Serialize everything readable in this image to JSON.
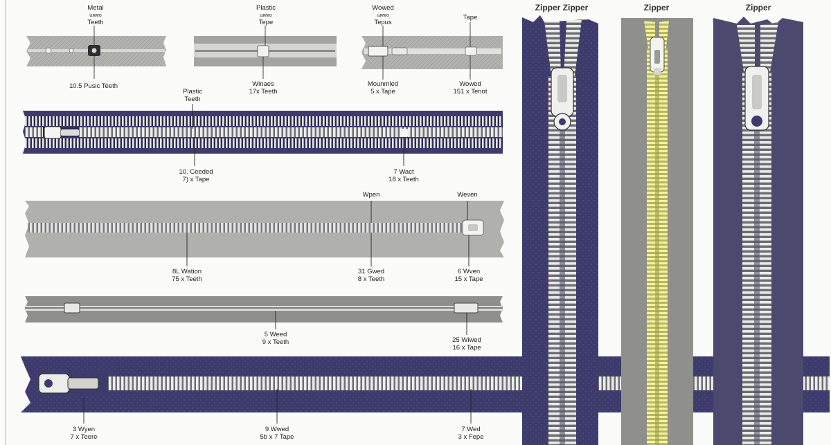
{
  "colors": {
    "navy": "#3d3b6b",
    "navy_dark": "#2c2a55",
    "gray": "#8d8d8a",
    "gray_light": "#b2b2ae",
    "silver": "#e8e8e4",
    "yellow": "#d9d873",
    "background": "#fbfbfa"
  },
  "small_samples": [
    {
      "top": [
        "Metal",
        "ɯɐɐo",
        "Teeth"
      ],
      "bottom": [
        "10.5 Pusic Teeth"
      ]
    },
    {
      "top": [
        "Plastic",
        "ɯɐɐo",
        "Tepe"
      ],
      "bottom": [
        "Winaes",
        "17x Teeth"
      ]
    },
    {
      "top": [
        "Wowed",
        "ɯɐɐo",
        "Tepus"
      ],
      "bottom": [
        "Mounmled",
        "5 x Tape"
      ]
    },
    {
      "top": [
        "Tape"
      ],
      "bottom": [
        "Wowed",
        "151 x Tenot"
      ]
    }
  ],
  "navy_zipper": {
    "top": [
      "Plastic",
      "Teeth"
    ],
    "left_label": [
      "10. Ceeded",
      "7) x Tape"
    ],
    "right_label": [
      "7 Wact",
      "18 x Teeth"
    ]
  },
  "gray_zipper": {
    "callouts": [
      {
        "top": [],
        "bottom": [
          "8L Wation",
          "75 x Teeth"
        ]
      },
      {
        "top": [
          "Wpen"
        ],
        "bottom": [
          "31 Gwed",
          "8 x Teeth"
        ]
      },
      {
        "top": [
          "Weven"
        ],
        "bottom": [
          "6 Wven",
          "15 x Tape"
        ]
      }
    ]
  },
  "thin_zipper": {
    "callouts": [
      {
        "bottom": [
          "5 Weed",
          "9 x Teeth"
        ]
      },
      {
        "bottom": [
          "25 Wiwed",
          "16 x Tape"
        ]
      }
    ]
  },
  "bottom_zipper": {
    "callouts": [
      {
        "bottom": [
          "3 Wyen",
          "7 x Teere"
        ]
      },
      {
        "bottom": [
          "9 Wwed",
          "5b x 7 Tape"
        ]
      },
      {
        "bottom": [
          "7 Wed",
          "3 x Fepe"
        ]
      }
    ]
  },
  "vertical_titles": [
    "Zipper Zipper",
    "Zipper",
    "Zipper"
  ]
}
